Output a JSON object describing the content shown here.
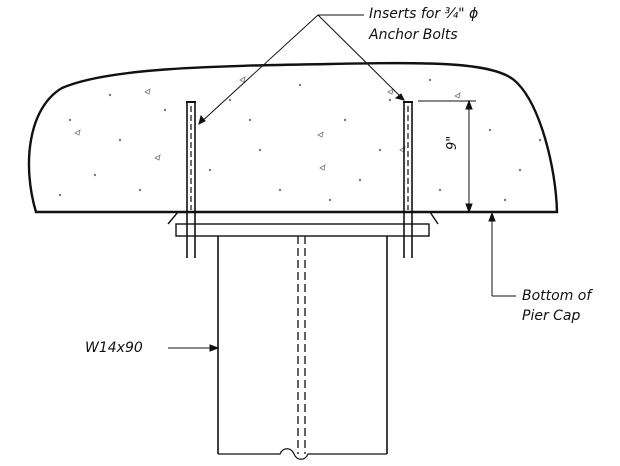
{
  "labels": {
    "inserts_line1": "Inserts for ¾\" ϕ",
    "inserts_line2": "Anchor Bolts",
    "dimension_9": "9\"",
    "bottom_line1": "Bottom of",
    "bottom_line2": "Pier Cap",
    "member": "W14x90"
  },
  "colors": {
    "ink": "#111111",
    "background": "#ffffff"
  }
}
